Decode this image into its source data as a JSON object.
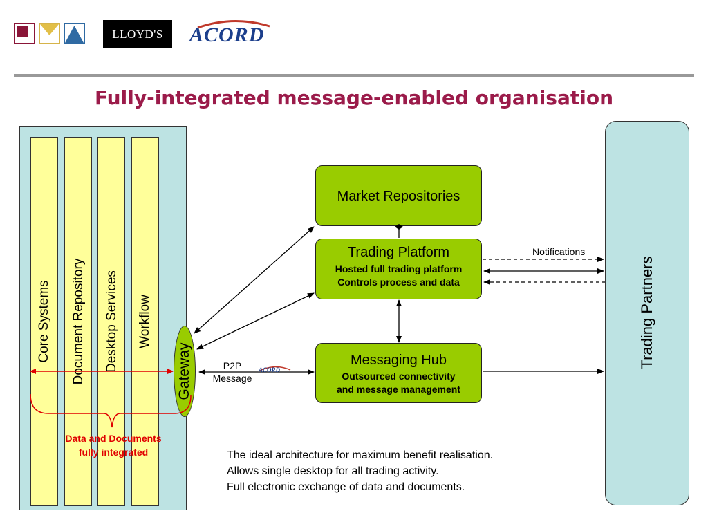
{
  "header": {
    "lloyds_label": "LLOYD'S",
    "acord_label": "ACORD",
    "title": "Fully-integrated message-enabled organisation"
  },
  "organisation": {
    "columns": [
      "Core Systems",
      "Document Repository",
      "Desktop Services",
      "Workflow"
    ],
    "gateway": "Gateway",
    "integration_note_line1": "Data and Documents",
    "integration_note_line2": "fully integrated"
  },
  "market_repositories": {
    "title": "Market Repositories"
  },
  "trading_platform": {
    "title": "Trading Platform",
    "line1": "Hosted full trading platform",
    "line2": "Controls process and data"
  },
  "messaging_hub": {
    "title": "Messaging Hub",
    "line1": "Outsourced connectivity",
    "line2": "and message management"
  },
  "trading_partners": {
    "title": "Trading Partners"
  },
  "labels": {
    "notifications": "Notifications",
    "p2p_line1": "P2P",
    "p2p_line2": "Message",
    "small_acord": "ACORD"
  },
  "description": {
    "line1": "The ideal architecture for maximum benefit realisation.",
    "line2": "Allows single desktop for all trading activity.",
    "line3": "Full electronic exchange of data and documents."
  },
  "colors": {
    "title": "#9b1b4a",
    "green_box": "#99cc00",
    "teal_panel": "#bde3e3",
    "yellow_column": "#ffff9a",
    "red_annotation": "#e00000",
    "acord_blue": "#1c3f8c"
  }
}
